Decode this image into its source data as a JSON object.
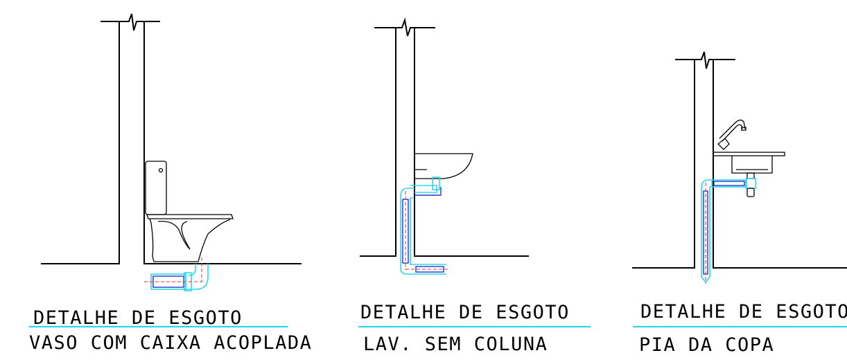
{
  "details": [
    {
      "title": "DETALHE DE ESGOTO",
      "subtitle": "VASO COM CAIXA ACOPLADA"
    },
    {
      "title": "DETALHE DE ESGOTO",
      "subtitle": "LAV. SEM COLUNA"
    },
    {
      "title": "DETALHE DE ESGOTO",
      "subtitle": "PIA DA COPA"
    }
  ],
  "colors": {
    "line": "#000000",
    "pipe_outline": "#29d8f0",
    "pipe_fill": "#2233cc",
    "centerline": "#e03030",
    "underline": "#29d8f0"
  }
}
